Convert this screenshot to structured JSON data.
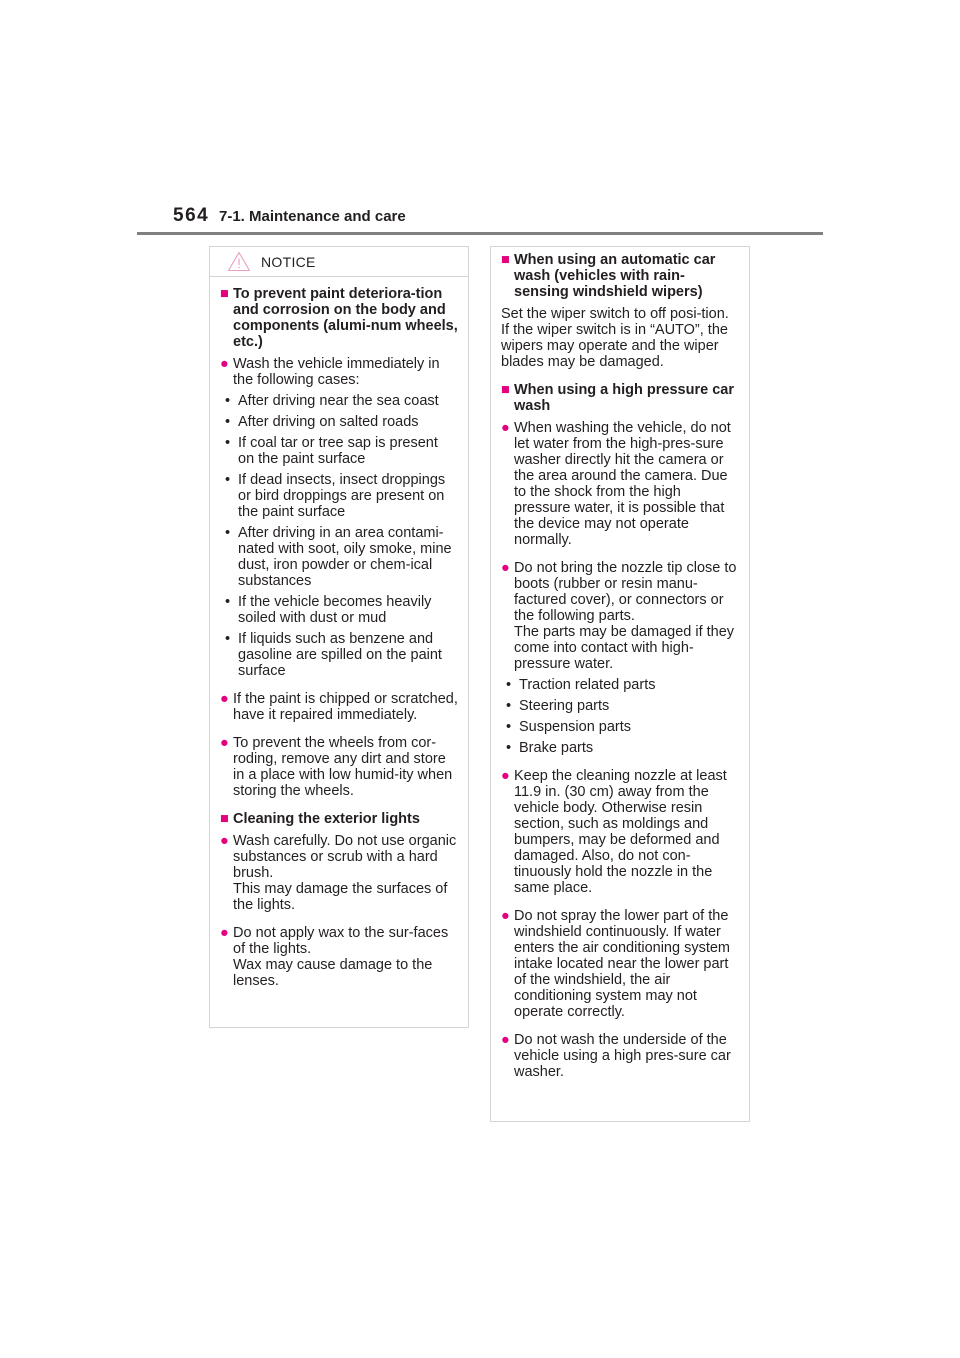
{
  "header": {
    "page_number": "564",
    "section": "7-1. Maintenance and care"
  },
  "notice_label": "NOTICE",
  "left": {
    "heading1": "To prevent paint deteriora-tion and corrosion on the body and components (alumi-num wheels, etc.)",
    "p1": "Wash the vehicle immediately in the following cases:",
    "cases": [
      "After driving near the sea coast",
      "After driving on salted roads",
      "If coal tar or tree sap is present on the paint surface",
      "If dead insects, insect droppings or bird droppings are present on the paint surface",
      "After driving in an area contami-nated with soot, oily smoke, mine dust, iron powder or chem-ical substances",
      "If the vehicle becomes heavily soiled with dust or mud",
      "If liquids such as benzene and gasoline are spilled on the paint surface"
    ],
    "p2": "If the paint is chipped or scratched, have it repaired immediately.",
    "p3": "To prevent the wheels from cor-roding, remove any dirt and store in a place with low humid-ity when storing the wheels.",
    "heading2": "Cleaning the exterior lights",
    "p4a": "Wash carefully. Do not use organic substances or scrub with a hard brush.",
    "p4b": "This may damage the surfaces of the lights.",
    "p5a": "Do not apply wax to the sur-faces of the lights.",
    "p5b": "Wax may cause damage to the lenses."
  },
  "right": {
    "heading1": "When using an automatic car wash (vehicles with rain-sensing windshield wipers)",
    "t1": "Set the wiper switch to off posi-tion.",
    "t2": "If the wiper switch is in “AUTO”, the wipers may operate and the wiper blades may be damaged.",
    "heading2": "When using a high pressure car wash",
    "p1": "When washing the vehicle, do not let water from the high-pres-sure washer directly hit the camera or the area around the camera. Due to the shock from the high pressure water, it is possible that the device may not operate normally.",
    "p2a": "Do not bring the nozzle tip close to boots (rubber or resin manu-factured cover), or connectors or the following parts.",
    "p2b": "The parts may be damaged if they come into contact with high-pressure water.",
    "parts": [
      "Traction related parts",
      "Steering parts",
      "Suspension parts",
      "Brake parts"
    ],
    "p3": "Keep the cleaning nozzle at least 11.9 in. (30 cm) away from the vehicle body. Otherwise resin section, such as moldings and bumpers, may be deformed and damaged. Also, do not con-tinuously hold the nozzle in the same place.",
    "p4": "Do not spray the lower part of the windshield continuously. If water enters the air conditioning system intake located near the lower part of the windshield, the air conditioning system may not operate correctly.",
    "p5": "Do not wash the underside of the vehicle using a high pres-sure car washer."
  },
  "colors": {
    "accent": "#e5007e",
    "text": "#231f20",
    "rule": "#808080",
    "border": "#d5d5d5"
  },
  "icons": {
    "notice": "warning-triangle-icon",
    "heading_marker": "square-bullet-icon",
    "paragraph_marker": "round-bullet-icon"
  }
}
